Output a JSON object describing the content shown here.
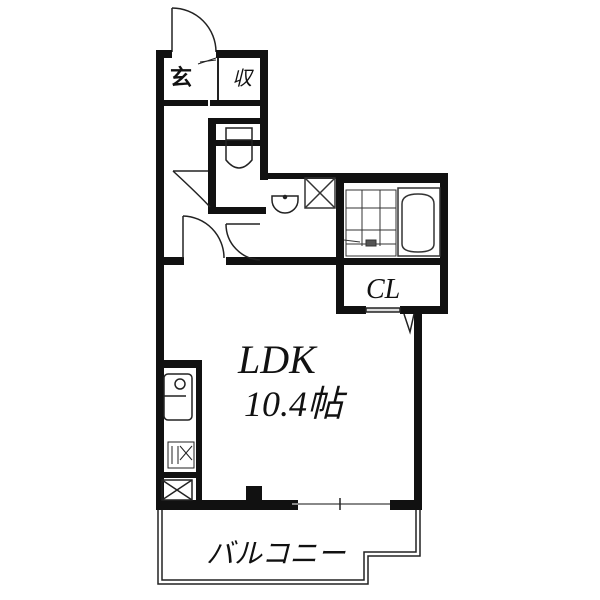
{
  "floor_plan": {
    "rooms": {
      "entrance": {
        "label": "玄"
      },
      "storage": {
        "label": "収"
      },
      "closet": {
        "label": "CL"
      },
      "ldk": {
        "label": "LDK",
        "size": "10.4帖"
      },
      "balcony": {
        "label": "バルコニー"
      }
    },
    "fixtures": [
      "toilet",
      "washbasin",
      "washing-machine-space",
      "bathtub",
      "shower-area",
      "kitchen-sink",
      "stove",
      "refrigerator-space"
    ],
    "colors": {
      "wall": "#111111",
      "background": "#ffffff",
      "line": "#222222"
    }
  }
}
